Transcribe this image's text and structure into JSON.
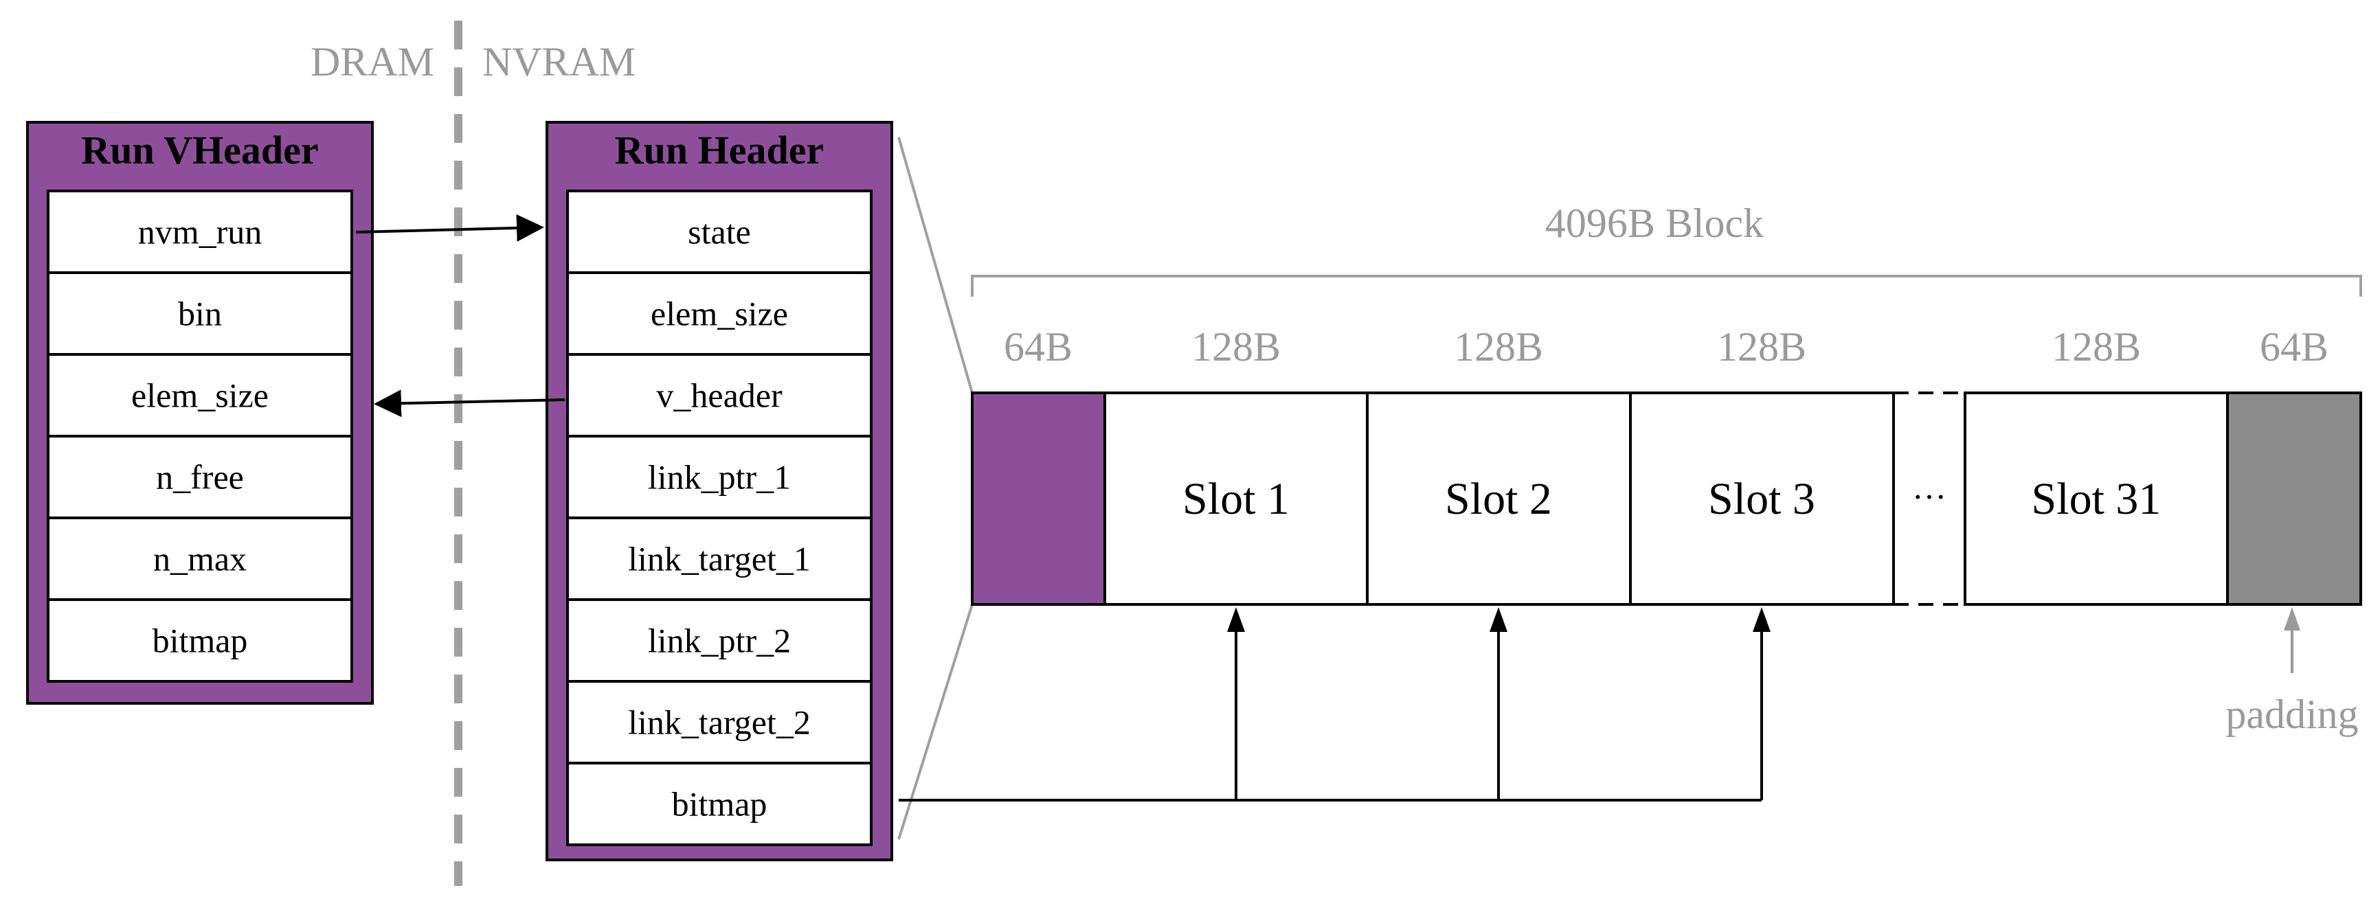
{
  "labels": {
    "dram": "DRAM",
    "nvram": "NVRAM"
  },
  "vheader": {
    "title": "Run VHeader",
    "fields": [
      "nvm_run",
      "bin",
      "elem_size",
      "n_free",
      "n_max",
      "bitmap"
    ]
  },
  "header": {
    "title": "Run Header",
    "fields": [
      "state",
      "elem_size",
      "v_header",
      "link_ptr_1",
      "link_target_1",
      "link_ptr_2",
      "link_target_2",
      "bitmap"
    ]
  },
  "block": {
    "title": "4096B Block",
    "sizes": [
      "64B",
      "128B",
      "128B",
      "128B",
      "128B",
      "64B"
    ],
    "slots": [
      "Slot 1",
      "Slot 2",
      "Slot 3",
      "Slot 31"
    ],
    "ellipsis": "···",
    "padding_label": "padding"
  },
  "colors": {
    "purple": "#8e4f9a",
    "gray_fill": "#8c8c8c",
    "gray_text": "#9a9a9a",
    "line": "#000000",
    "divider": "#a0a0a0"
  }
}
